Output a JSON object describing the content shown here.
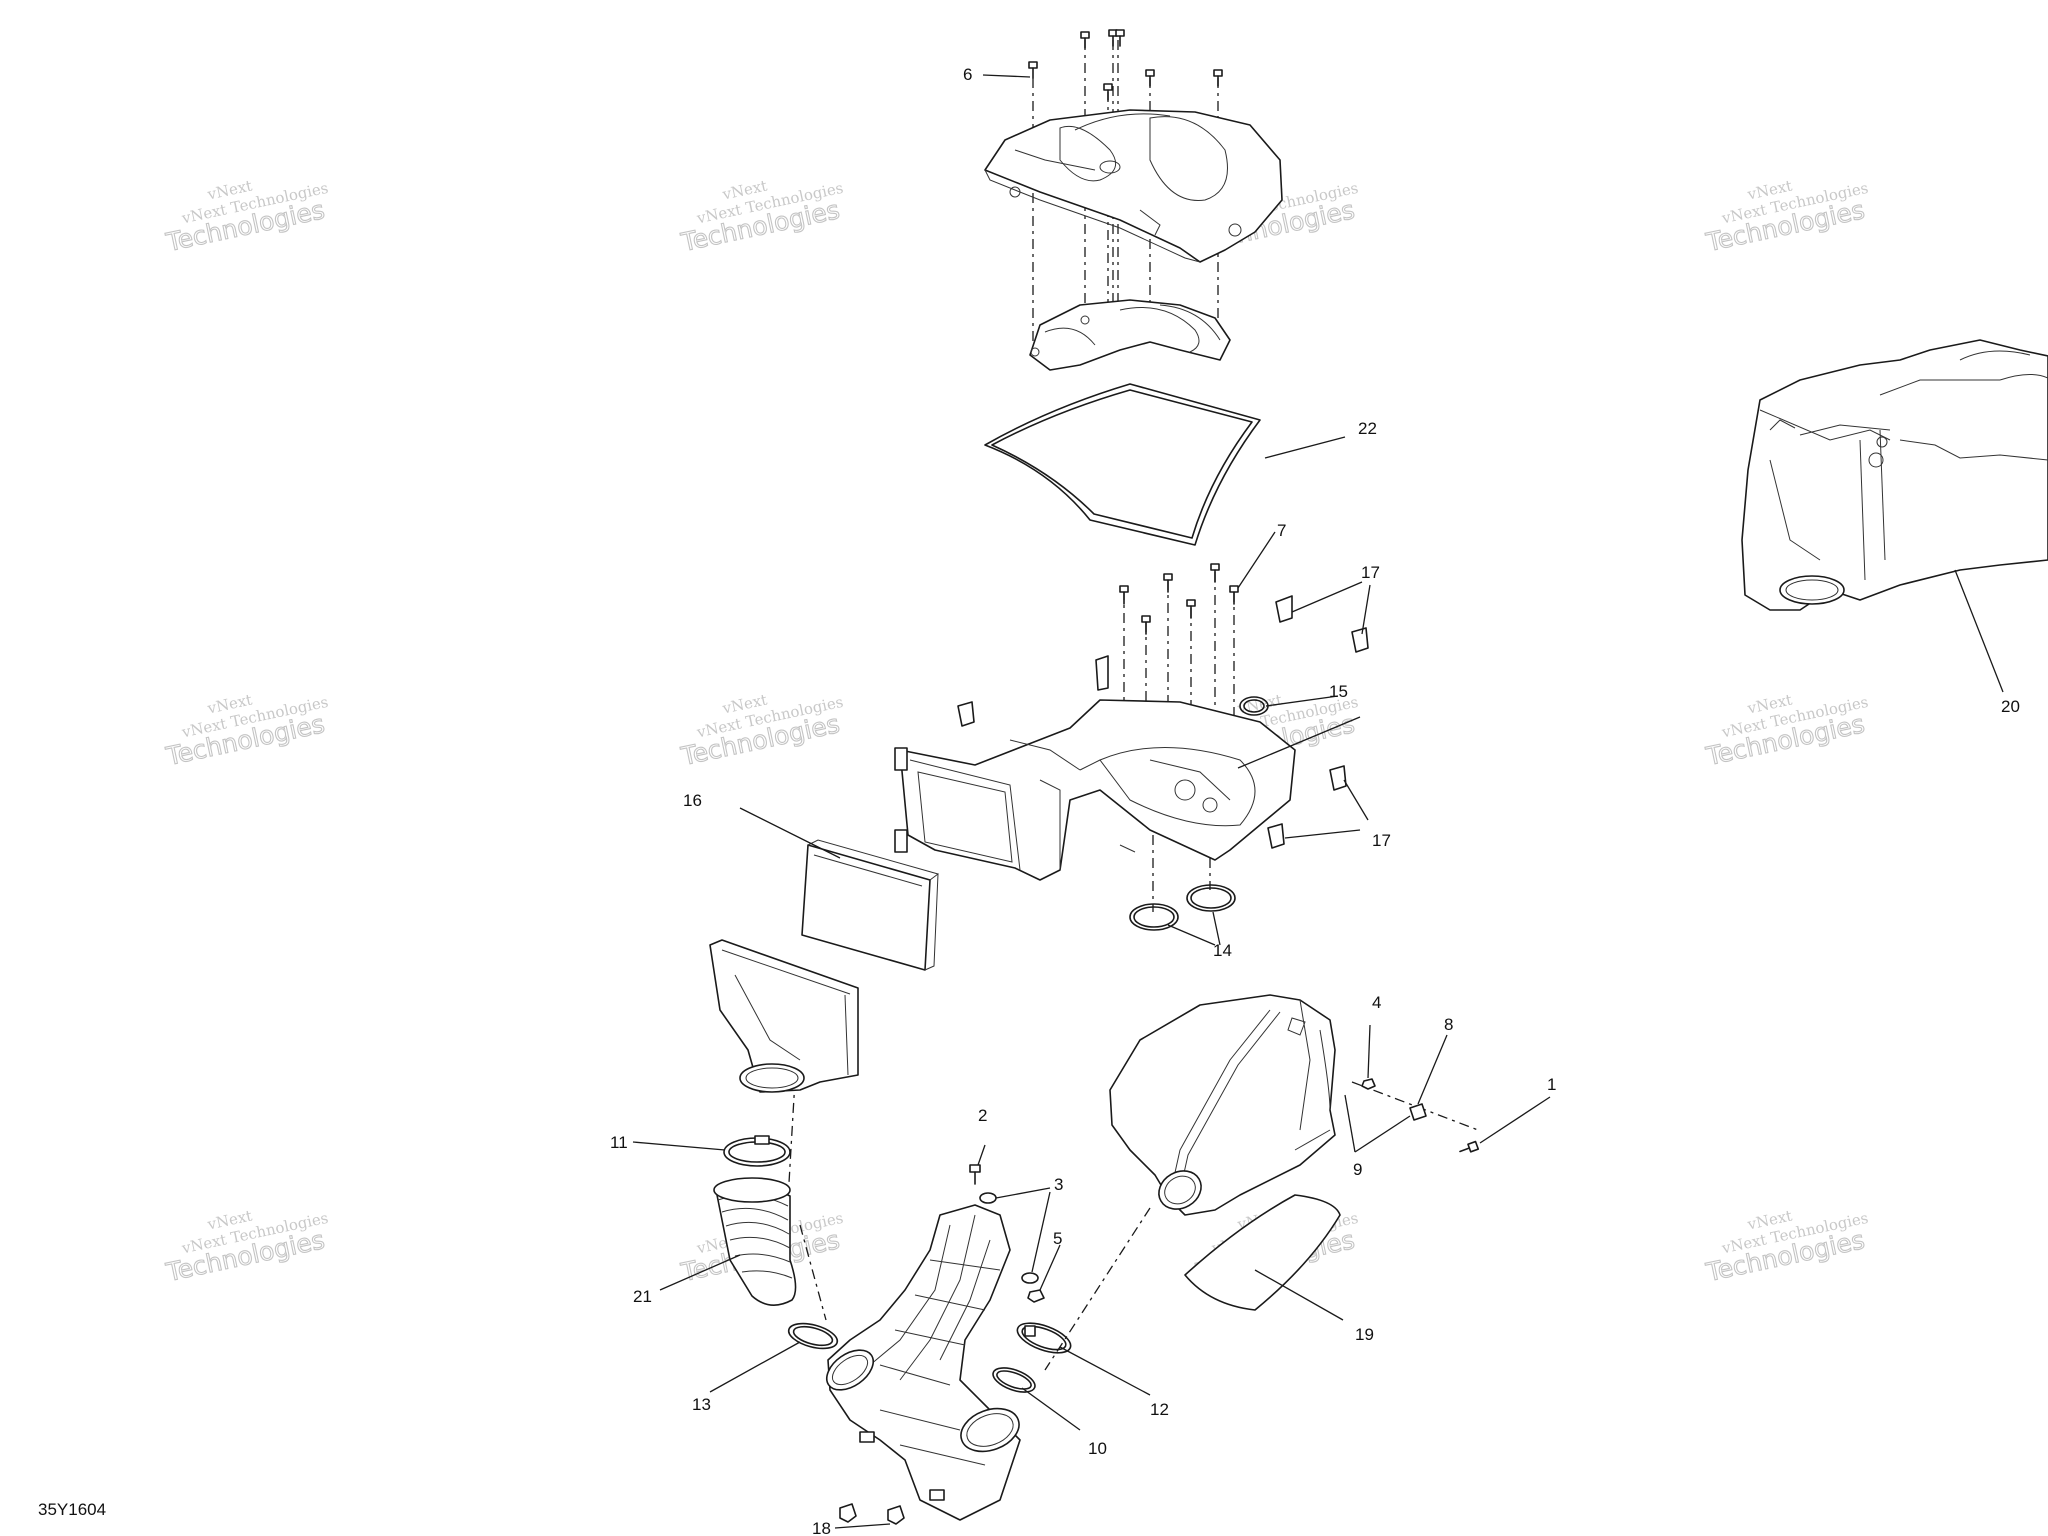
{
  "diagram": {
    "reference_code": "35Y1604",
    "callouts": [
      "1",
      "2",
      "3",
      "4",
      "5",
      "6",
      "7",
      "8",
      "9",
      "10",
      "11",
      "12",
      "13",
      "14",
      "15",
      "16",
      "17",
      "17",
      "18",
      "19",
      "20",
      "21",
      "22"
    ],
    "watermark": {
      "line1": "vNext",
      "line2": "vNext Technologies",
      "line3": "Technologies"
    }
  }
}
